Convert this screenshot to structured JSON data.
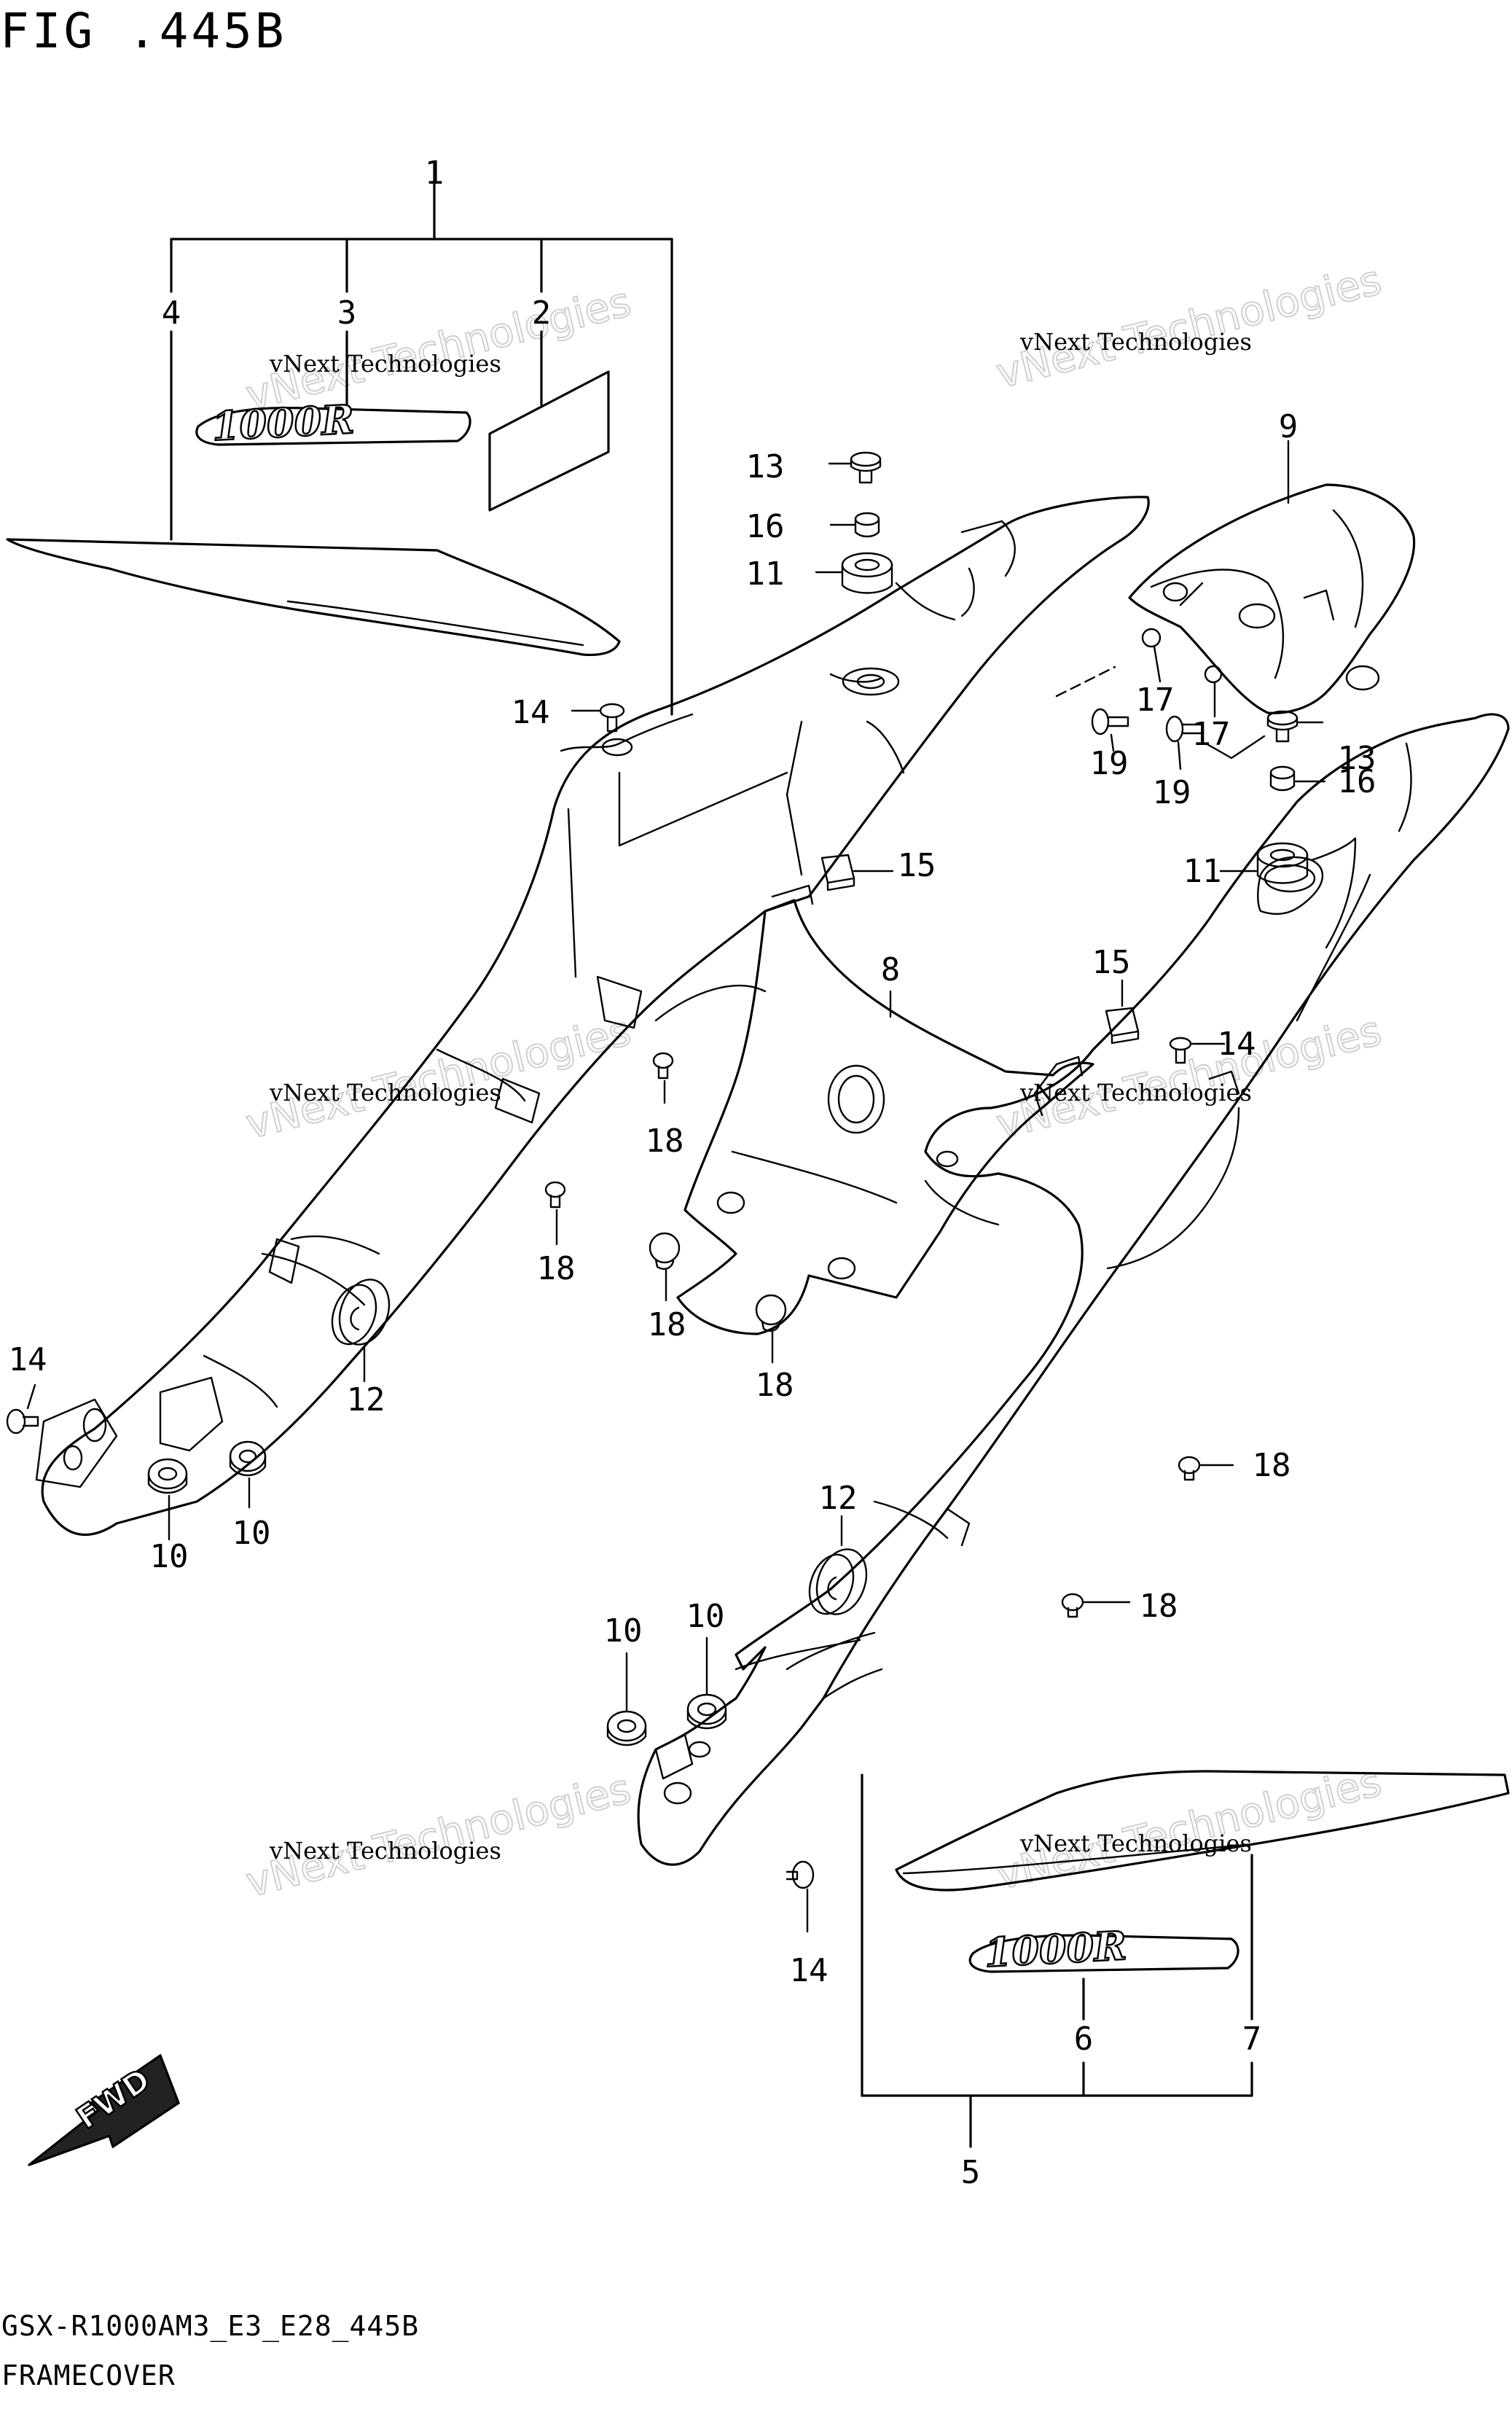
{
  "figure": {
    "title": "FIG .445B",
    "code": "GSX-R1000AM3_E3_E28_445B",
    "name": "FRAMECOVER"
  },
  "watermark": {
    "line1": "vNext Technologies",
    "line2": "vNext Technologies"
  },
  "decal_text": "1000R",
  "fwd_label": "FWD",
  "callouts": [
    "1",
    "2",
    "3",
    "4",
    "5",
    "6",
    "7",
    "8",
    "9",
    "10",
    "11",
    "12",
    "13",
    "14",
    "15",
    "16",
    "17",
    "18",
    "19"
  ]
}
